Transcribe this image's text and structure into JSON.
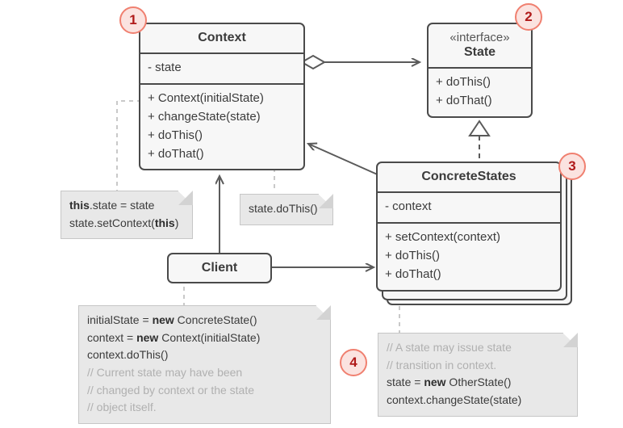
{
  "diagram": {
    "title": "State design pattern UML class diagram",
    "colors": {
      "box_fill": "#f7f7f7",
      "box_border": "#4a4a4a",
      "note_fill": "#e8e8e8",
      "note_border": "#c6c6c6",
      "connector": "#5a5a5a",
      "dashed_light": "#c9c9c9",
      "badge_fill": "#fbe3e0",
      "badge_border": "#f08070",
      "badge_text": "#b01a1a",
      "comment_text": "#b0b0b0"
    }
  },
  "classes": {
    "context": {
      "name": "Context",
      "attributes": [
        "- state"
      ],
      "operations": [
        "+ Context(initialState)",
        "+ changeState(state)",
        "+ doThis()",
        "+ doThat()"
      ]
    },
    "state": {
      "stereotype": "«interface»",
      "name": "State",
      "operations": [
        "+ doThis()",
        "+ doThat()"
      ]
    },
    "concrete_states": {
      "name": "ConcreteStates",
      "attributes": [
        "- context"
      ],
      "operations": [
        "+ setContext(context)",
        "+ doThis()",
        "+ doThat()"
      ]
    },
    "client": {
      "name": "Client"
    }
  },
  "notes": {
    "change_state": {
      "lines": [
        [
          {
            "t": "this",
            "kw": true
          },
          {
            "t": ".state = state"
          }
        ],
        [
          {
            "t": "state.setContext("
          },
          {
            "t": "this",
            "kw": true
          },
          {
            "t": ")"
          }
        ]
      ]
    },
    "do_this": {
      "lines": [
        [
          {
            "t": "state.doThis()"
          }
        ]
      ]
    },
    "client_code": {
      "lines": [
        [
          {
            "t": "initialState = "
          },
          {
            "t": "new",
            "kw": true
          },
          {
            "t": " ConcreteState()"
          }
        ],
        [
          {
            "t": "context = "
          },
          {
            "t": "new",
            "kw": true
          },
          {
            "t": " Context(initialState)"
          }
        ],
        [
          {
            "t": "context.doThis()"
          }
        ],
        [
          {
            "t": "// Current state may have been",
            "comment": true
          }
        ],
        [
          {
            "t": "// changed by context or the state",
            "comment": true
          }
        ],
        [
          {
            "t": "// object itself.",
            "comment": true
          }
        ]
      ]
    },
    "transition_code": {
      "lines": [
        [
          {
            "t": "// A state may issue state",
            "comment": true
          }
        ],
        [
          {
            "t": "// transition in context.",
            "comment": true
          }
        ],
        [
          {
            "t": "state = "
          },
          {
            "t": "new",
            "kw": true
          },
          {
            "t": " OtherState()"
          }
        ],
        [
          {
            "t": "context.changeState(state)"
          }
        ]
      ]
    }
  },
  "badges": [
    {
      "label": "1",
      "target": "context-class"
    },
    {
      "label": "2",
      "target": "state-interface"
    },
    {
      "label": "3",
      "target": "concrete-states-class"
    },
    {
      "label": "4",
      "target": "client-code-note"
    }
  ]
}
